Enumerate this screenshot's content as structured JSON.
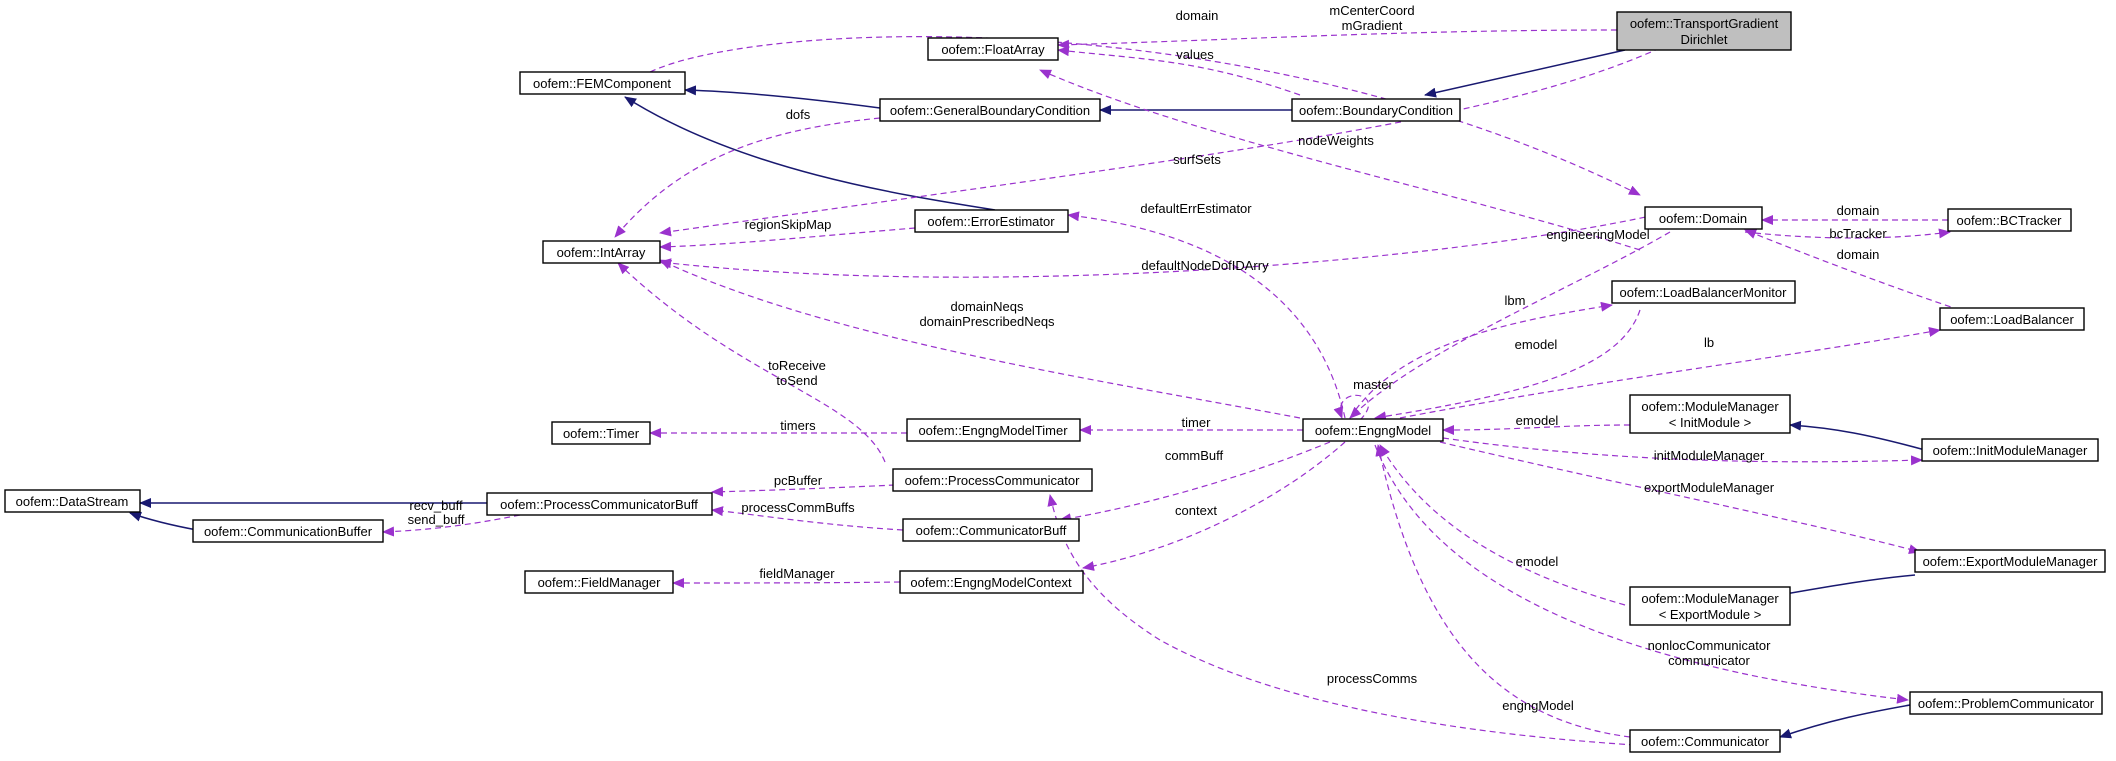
{
  "colors": {
    "inherit_edge": "#191970",
    "usage_edge": "#9a32cd",
    "highlight_node": "#bfbfbf"
  },
  "nodes": [
    {
      "id": "tgd",
      "lines": [
        "oofem::TransportGradient",
        "Dirichlet"
      ],
      "highlight": true
    },
    {
      "id": "floatarray",
      "lines": [
        "oofem::FloatArray"
      ]
    },
    {
      "id": "femcomponent",
      "lines": [
        "oofem::FEMComponent"
      ]
    },
    {
      "id": "generalbc",
      "lines": [
        "oofem::GeneralBoundaryCondition"
      ]
    },
    {
      "id": "boundarycondition",
      "lines": [
        "oofem::BoundaryCondition"
      ]
    },
    {
      "id": "intarray",
      "lines": [
        "oofem::IntArray"
      ]
    },
    {
      "id": "errorestimator",
      "lines": [
        "oofem::ErrorEstimator"
      ]
    },
    {
      "id": "domain",
      "lines": [
        "oofem::Domain"
      ]
    },
    {
      "id": "bctracker",
      "lines": [
        "oofem::BCTracker"
      ]
    },
    {
      "id": "lbmonitor",
      "lines": [
        "oofem::LoadBalancerMonitor"
      ]
    },
    {
      "id": "loadbalancer",
      "lines": [
        "oofem::LoadBalancer"
      ]
    },
    {
      "id": "timer",
      "lines": [
        "oofem::Timer"
      ]
    },
    {
      "id": "engngmodeltimer",
      "lines": [
        "oofem::EngngModelTimer"
      ]
    },
    {
      "id": "engngmodel",
      "lines": [
        "oofem::EngngModel"
      ]
    },
    {
      "id": "mm_init",
      "lines": [
        "oofem::ModuleManager",
        "< InitModule >"
      ]
    },
    {
      "id": "initmm",
      "lines": [
        "oofem::InitModuleManager"
      ]
    },
    {
      "id": "datastream",
      "lines": [
        "oofem::DataStream"
      ]
    },
    {
      "id": "pcbuff",
      "lines": [
        "oofem::ProcessCommunicatorBuff"
      ]
    },
    {
      "id": "processcomm",
      "lines": [
        "oofem::ProcessCommunicator"
      ]
    },
    {
      "id": "commbuffer",
      "lines": [
        "oofem::CommunicationBuffer"
      ]
    },
    {
      "id": "communicatorbuff",
      "lines": [
        "oofem::CommunicatorBuff"
      ]
    },
    {
      "id": "fieldmanager",
      "lines": [
        "oofem::FieldManager"
      ]
    },
    {
      "id": "engngmodelcontext",
      "lines": [
        "oofem::EngngModelContext"
      ]
    },
    {
      "id": "exportmm",
      "lines": [
        "oofem::ExportModuleManager"
      ]
    },
    {
      "id": "mm_export",
      "lines": [
        "oofem::ModuleManager",
        "< ExportModule >"
      ]
    },
    {
      "id": "problemcomm",
      "lines": [
        "oofem::ProblemCommunicator"
      ]
    },
    {
      "id": "communicator",
      "lines": [
        "oofem::Communicator"
      ]
    }
  ],
  "edge_labels": [
    {
      "id": "lbl-domain-fem",
      "lines": [
        "domain"
      ]
    },
    {
      "id": "lbl-mcenter",
      "lines": [
        "mCenterCoord",
        "mGradient"
      ]
    },
    {
      "id": "lbl-values",
      "lines": [
        "values"
      ]
    },
    {
      "id": "lbl-dofs",
      "lines": [
        "dofs"
      ]
    },
    {
      "id": "lbl-nodeweights",
      "lines": [
        "nodeWeights"
      ]
    },
    {
      "id": "lbl-surfsets",
      "lines": [
        "surfSets"
      ]
    },
    {
      "id": "lbl-defaulterrest",
      "lines": [
        "defaultErrEstimator"
      ]
    },
    {
      "id": "lbl-regionskip",
      "lines": [
        "regionSkipMap"
      ]
    },
    {
      "id": "lbl-domain-bct",
      "lines": [
        "domain"
      ]
    },
    {
      "id": "lbl-bctracker",
      "lines": [
        "bcTracker"
      ]
    },
    {
      "id": "lbl-domain-lb",
      "lines": [
        "domain"
      ]
    },
    {
      "id": "lbl-engngmodel",
      "lines": [
        "engineeringModel"
      ]
    },
    {
      "id": "lbl-defaultnodedof",
      "lines": [
        "defaultNodeDofIDArry"
      ]
    },
    {
      "id": "lbl-lbm",
      "lines": [
        "lbm"
      ]
    },
    {
      "id": "lbl-domainneqs",
      "lines": [
        "domainNeqs",
        "domainPrescribedNeqs"
      ]
    },
    {
      "id": "lbl-emodel-lbm",
      "lines": [
        "emodel"
      ]
    },
    {
      "id": "lbl-lb",
      "lines": [
        "lb"
      ]
    },
    {
      "id": "lbl-master",
      "lines": [
        "master"
      ]
    },
    {
      "id": "lbl-toreceive",
      "lines": [
        "toReceive",
        "toSend"
      ]
    },
    {
      "id": "lbl-timers",
      "lines": [
        "timers"
      ]
    },
    {
      "id": "lbl-timer",
      "lines": [
        "timer"
      ]
    },
    {
      "id": "lbl-emodel-init",
      "lines": [
        "emodel"
      ]
    },
    {
      "id": "lbl-initmm",
      "lines": [
        "initModuleManager"
      ]
    },
    {
      "id": "lbl-commbuff",
      "lines": [
        "commBuff"
      ]
    },
    {
      "id": "lbl-pcbuffer",
      "lines": [
        "pcBuffer"
      ]
    },
    {
      "id": "lbl-recvbuff",
      "lines": [
        "recv_buff",
        "send_buff"
      ]
    },
    {
      "id": "lbl-processcommbuffs",
      "lines": [
        "processCommBuffs"
      ]
    },
    {
      "id": "lbl-exportmm",
      "lines": [
        "exportModuleManager"
      ]
    },
    {
      "id": "lbl-context",
      "lines": [
        "context"
      ]
    },
    {
      "id": "lbl-fieldmanager",
      "lines": [
        "fieldManager"
      ]
    },
    {
      "id": "lbl-emodel-export",
      "lines": [
        "emodel"
      ]
    },
    {
      "id": "lbl-nonloc",
      "lines": [
        "nonlocCommunicator",
        "communicator"
      ]
    },
    {
      "id": "lbl-processcomms",
      "lines": [
        "processComms"
      ]
    },
    {
      "id": "lbl-engngmodel-comm",
      "lines": [
        "engngModel"
      ]
    }
  ]
}
